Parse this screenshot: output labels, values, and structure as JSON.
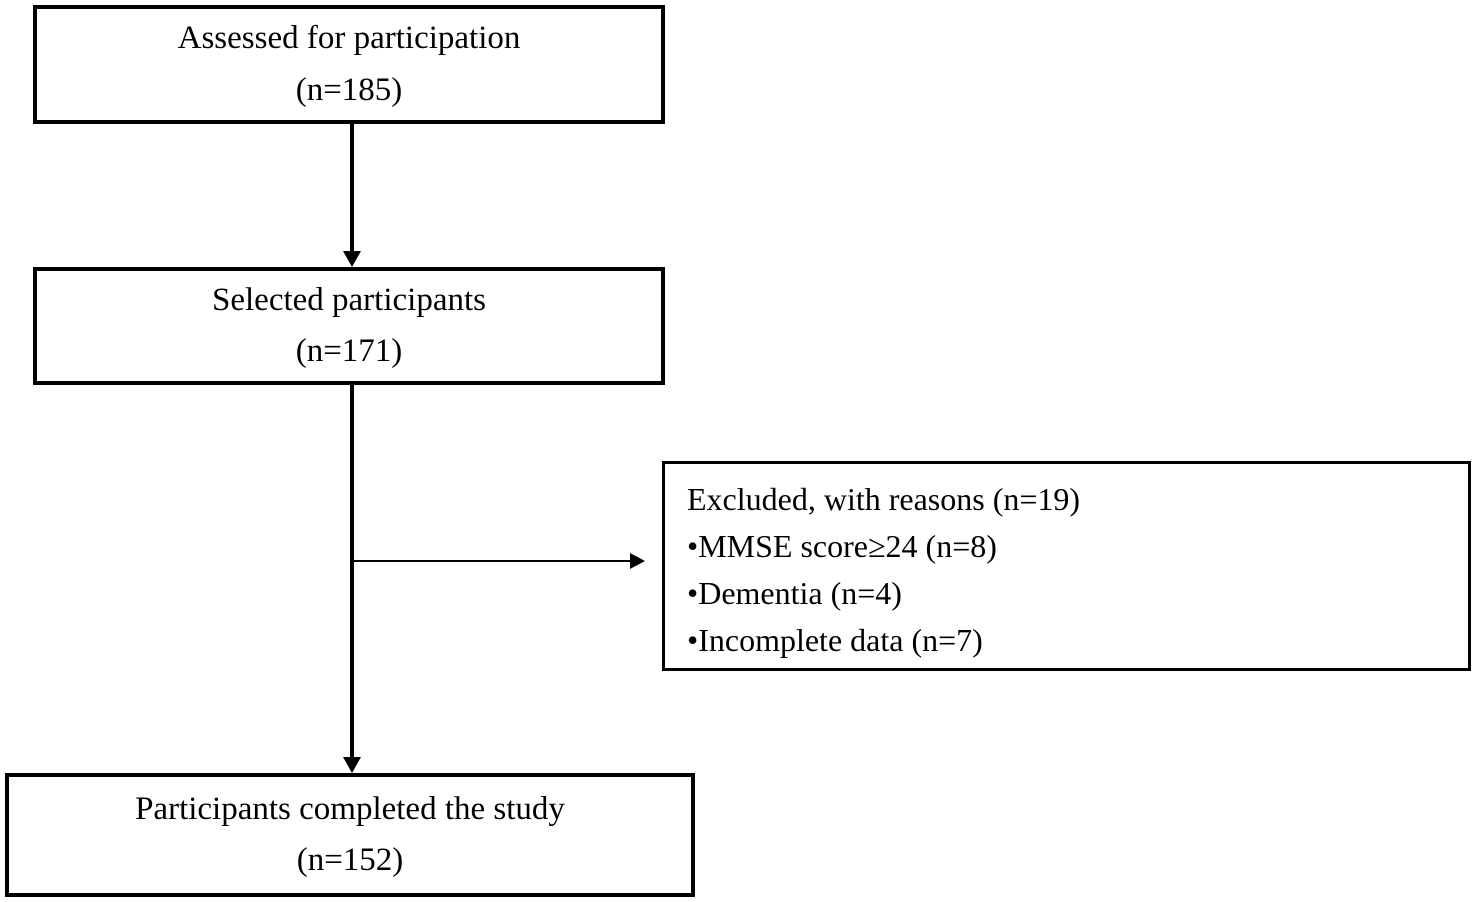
{
  "flowchart": {
    "boxes": {
      "assessed": {
        "title": "Assessed for participation",
        "count": "(n=185)"
      },
      "selected": {
        "title": "Selected participants",
        "count": "(n=171)"
      },
      "excluded": {
        "title": "Excluded, with reasons (n=19)",
        "items": [
          "•MMSE score≥24 (n=8)",
          "•Dementia (n=4)",
          "•Incomplete data (n=7)"
        ]
      },
      "completed": {
        "title": "Participants completed the study",
        "count": "(n=152)"
      }
    },
    "colors": {
      "border": "#000000",
      "text": "#000000",
      "background": "#ffffff"
    }
  }
}
